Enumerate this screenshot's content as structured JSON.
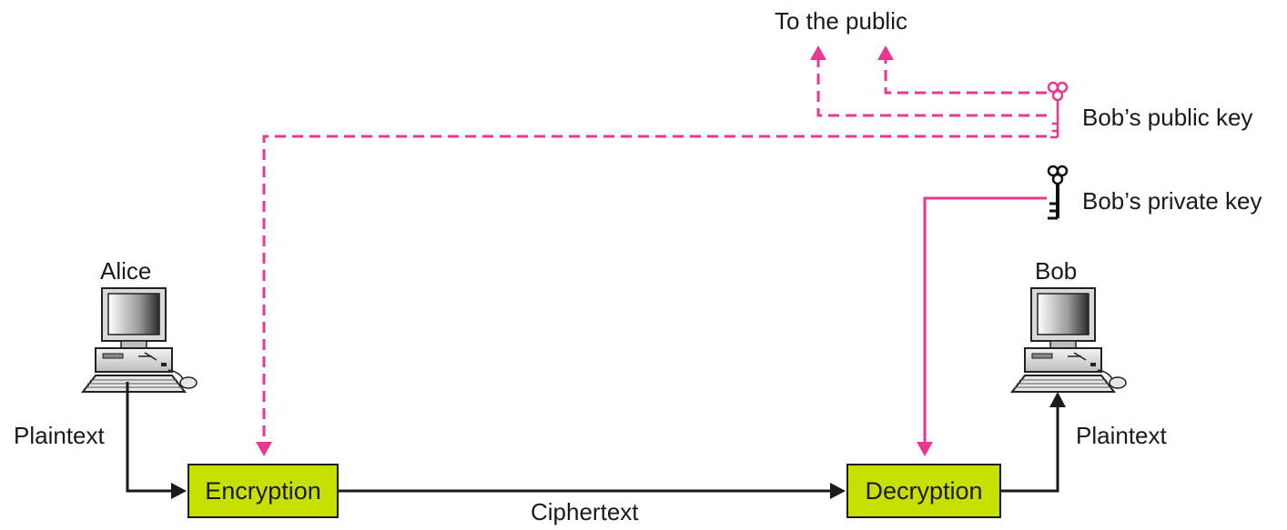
{
  "labels": {
    "to_public": "To the public",
    "public_key": "Bob’s public key",
    "private_key": "Bob’s private key",
    "alice": "Alice",
    "bob": "Bob",
    "plaintext_left": "Plaintext",
    "plaintext_right": "Plaintext",
    "ciphertext": "Ciphertext"
  },
  "boxes": {
    "encryption": "Encryption",
    "decryption": "Decryption"
  },
  "colors": {
    "key_line": "#e8388f",
    "box_fill": "#c6e000",
    "line": "#1a1a1a"
  },
  "icons": {
    "alice_computer": "desktop-computer-icon",
    "bob_computer": "desktop-computer-icon",
    "public_key": "key-icon",
    "private_key": "key-icon"
  }
}
